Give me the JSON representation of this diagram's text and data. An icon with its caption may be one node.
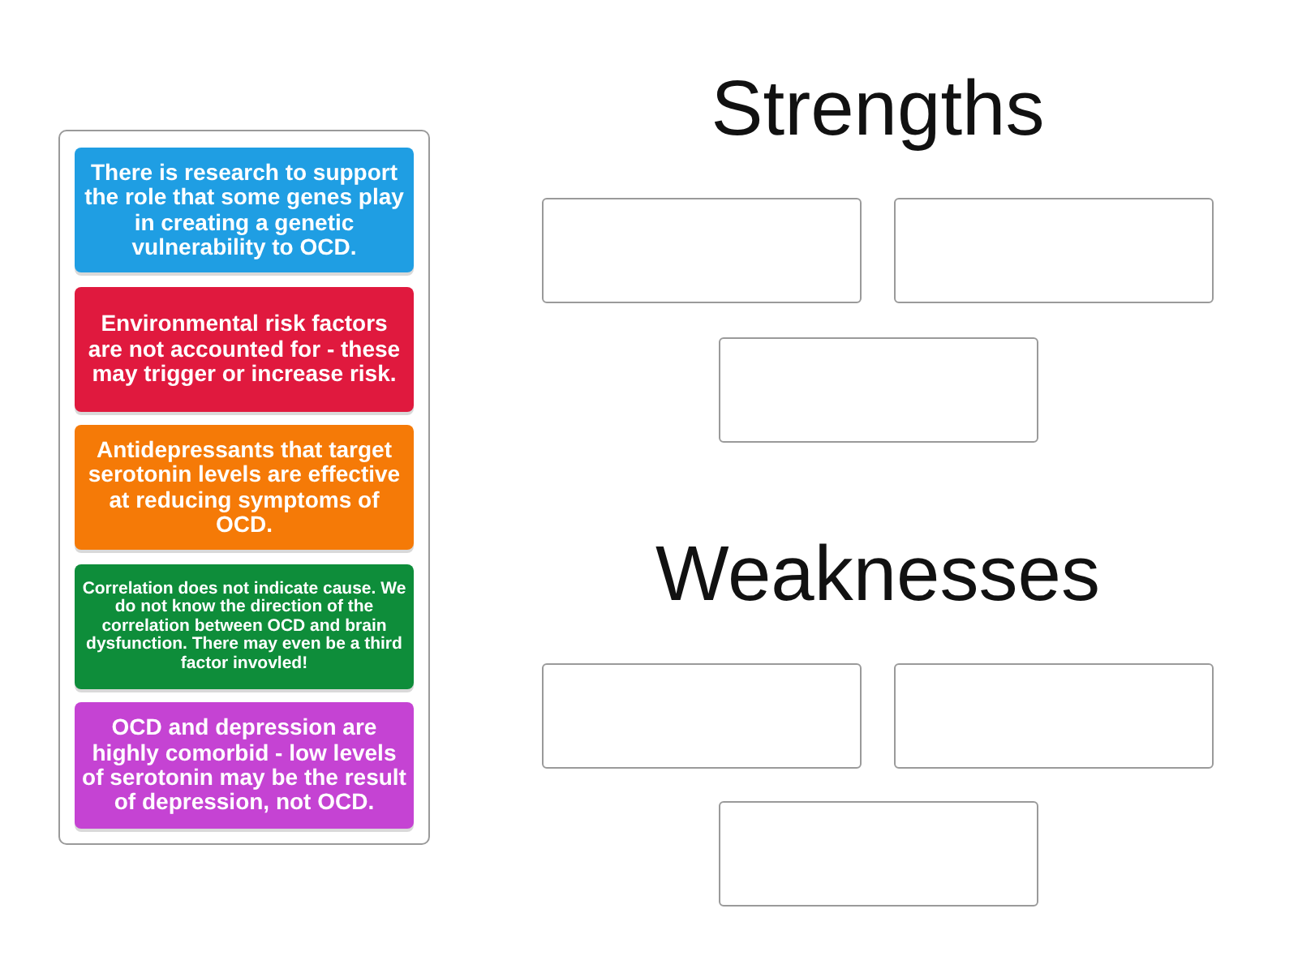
{
  "diagram": {
    "nodes": [
      {
        "text": [],
        "shape": "box"
      },
      {
        "text": [
          "There is research to support the role that some genes play in creating a genetic vulnerability to OCD."
        ],
        "in": 0
      },
      {
        "text": [
          "Environmental risk factors are not accounted for - these may trigger or increase risk."
        ],
        "in": 0
      },
      {
        "text": [
          "Antidepressants that target serotonin levels are effective at reducing symptoms of OCD."
        ],
        "in": 0
      },
      {
        "text": [
          "Correlation does not indicate cause. We do not know the direction of the correlation between OCD and brain dysfunction. There may even be a third factor invovled!"
        ],
        "in": 0
      },
      {
        "text": [
          "OCD and depression are highly comorbid - low levels of serotonin may be the result of depression, not OCD."
        ],
        "in": 0
      },
      {
        "text": [],
        "shape": "box"
      },
      {
        "text": [],
        "shape": "box"
      },
      {
        "text": [],
        "shape": "box"
      },
      {
        "text": [],
        "shape": "box"
      },
      {
        "text": [],
        "shape": "box"
      },
      {
        "text": [],
        "shape": "box"
      }
    ],
    "edges": [],
    "labels": [
      "Strengths",
      "Weaknesses"
    ]
  }
}
